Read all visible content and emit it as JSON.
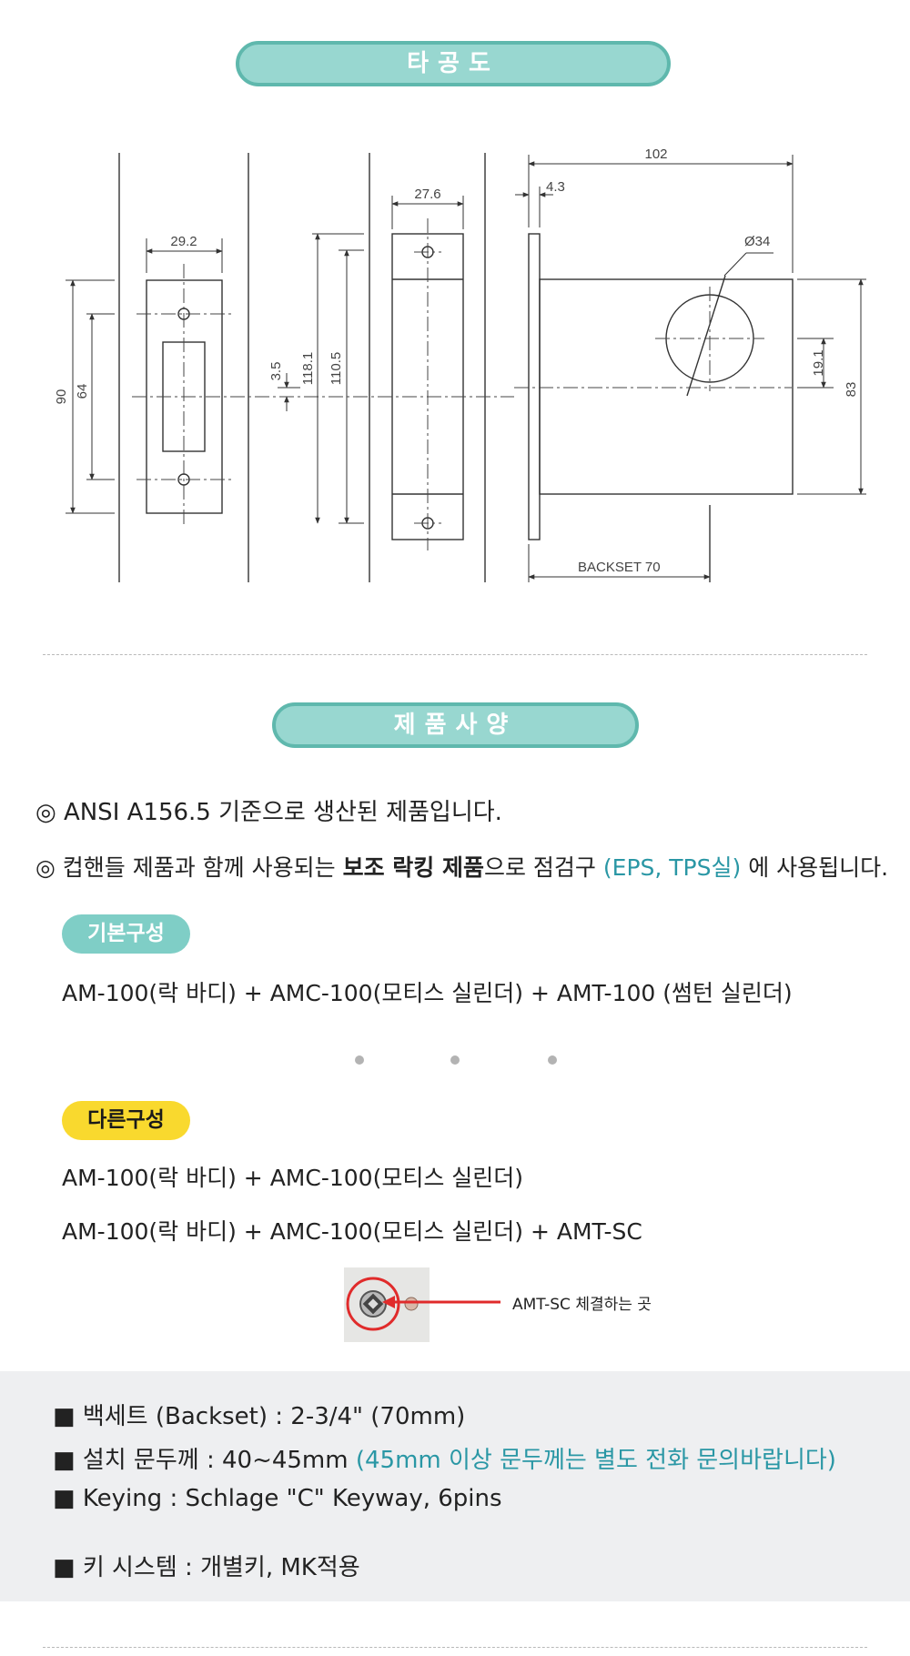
{
  "sections": {
    "drilling_title": "타공도",
    "spec_title": "제품사양"
  },
  "drawing": {
    "dim_29_2": "29.2",
    "dim_90": "90",
    "dim_64": "64",
    "dim_3_5": "3.5",
    "dim_118_1": "118.1",
    "dim_110_5": "110.5",
    "dim_27_6": "27.6",
    "dim_102": "102",
    "dim_4_3": "4.3",
    "dim_d34": "Ø34",
    "dim_19_1": "19.1",
    "dim_83": "83",
    "backset_label": "BACKSET 70"
  },
  "intro": {
    "line1": "◎  ANSI A156.5 기준으로 생산된 제품입니다.",
    "line2_a": "◎ 컵핸들 제품과 함께 사용되는 ",
    "line2_bold": "보조 락킹 제품",
    "line2_b": "으로 점검구 ",
    "line2_teal": "(EPS, TPS실)",
    "line2_c": " 에 사용됩니다."
  },
  "basic": {
    "badge": "기본구성",
    "line": "AM-100(락 바디) + AMC-100(모티스  실린더) + AMT-100 (썸턴 실린더)"
  },
  "other": {
    "badge": "다른구성",
    "line1": "AM-100(락 바디) + AMC-100(모티스  실린더)",
    "line2": "AM-100(락 바디) + AMC-100(모티스  실린더) + AMT-SC"
  },
  "callout": {
    "label": "AMT-SC 체결하는 곳"
  },
  "specs": {
    "backset": "■ 백세트 (Backset) : 2-3/4\" (70mm)",
    "thickness_a": "■ 설치 문두께 : 40~45mm ",
    "thickness_teal": "(45mm 이상  문두께는 별도 전화 문의바랍니다)",
    "keying": "■ Keying : Schlage \"C\" Keyway, 6pins",
    "key_system": "■ 키 시스템 : 개별키, MK적용"
  },
  "colors": {
    "pill_fill": "#98d7d0",
    "pill_border": "#5fb8ad",
    "teal_text": "#2a97a5",
    "yellow_badge": "#f9d92e",
    "spec_bg": "#eeeff1",
    "callout_red": "#e02b2b"
  }
}
